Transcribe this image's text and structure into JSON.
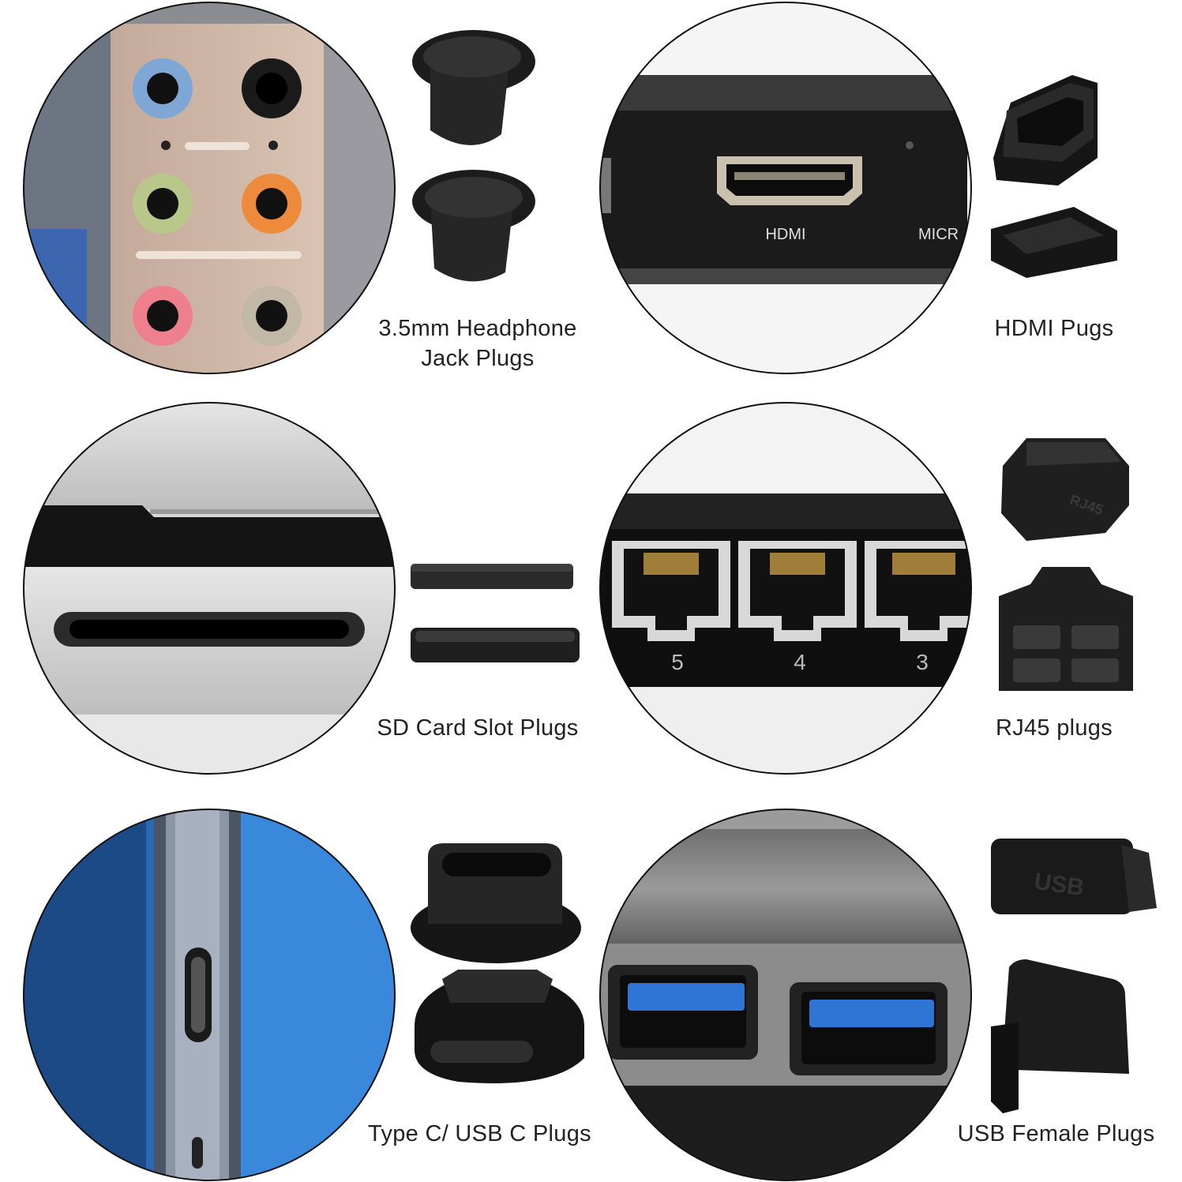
{
  "panels": [
    {
      "caption_lines": [
        "3.5mm Headphone",
        "Jack Plugs"
      ]
    },
    {
      "caption_lines": [
        "HDMI Pugs"
      ],
      "port_text": "HDMI",
      "port_text_2": "MICR"
    },
    {
      "caption_lines": [
        "SD Card Slot Plugs"
      ]
    },
    {
      "caption_lines": [
        "RJ45 plugs"
      ],
      "port_numbers": [
        "5",
        "4",
        "3"
      ],
      "plug_text": "RJ45"
    },
    {
      "caption_lines": [
        "Type C/ USB C Plugs"
      ]
    },
    {
      "caption_lines": [
        "USB Female Plugs"
      ],
      "plug_text": "USB"
    }
  ],
  "colors": {
    "jack_blue": "#7ea7d6",
    "jack_black": "#1a1a1a",
    "jack_green": "#b9c78a",
    "jack_orange": "#ee8a3c",
    "jack_pink": "#ee7f8d",
    "jack_gray": "#c2b8a6",
    "phone_blue": "#2f6fc2",
    "usb_blue": "#2f75d6"
  }
}
